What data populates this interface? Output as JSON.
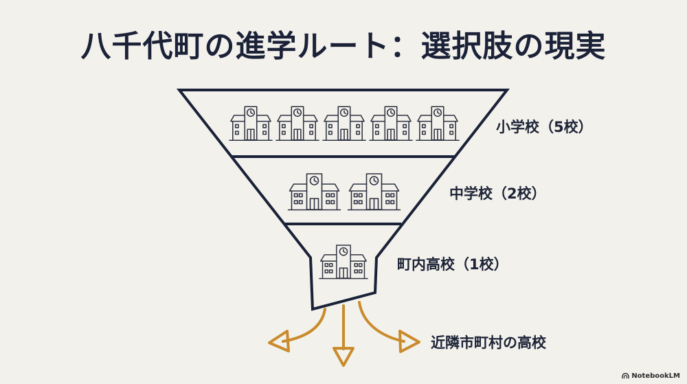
{
  "title": "八千代町の進学ルート：選択肢の現実",
  "colors": {
    "background": "#f3f1ec",
    "funnel_stroke": "#1a2238",
    "icon_stroke": "#2e3240",
    "arrow": "#c98b2b",
    "text": "#1c2336"
  },
  "funnel": {
    "tiers": [
      {
        "id": "elementary",
        "label": "小学校（5校）",
        "school_count": 5,
        "icon": "school-building-icon"
      },
      {
        "id": "junior-high",
        "label": "中学校（2校）",
        "school_count": 2,
        "icon": "school-building-icon"
      },
      {
        "id": "high-school",
        "label": "町内高校（1校）",
        "school_count": 1,
        "icon": "school-building-icon"
      }
    ]
  },
  "outflow": {
    "label": "近隣市町村の高校",
    "arrow_count": 3,
    "icon": "arrow-outflow-icon"
  },
  "watermark": {
    "text": "NotebookLM",
    "icon": "notebooklm-logo-icon"
  }
}
